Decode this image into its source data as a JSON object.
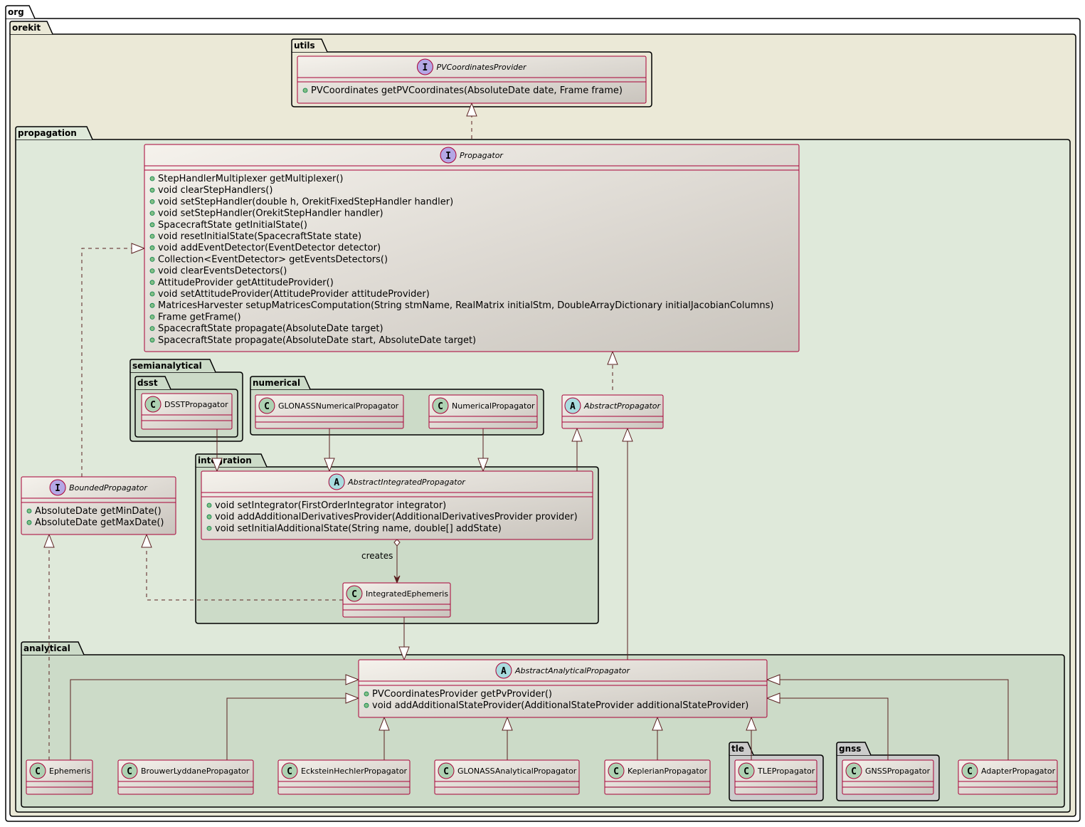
{
  "colors": {
    "pkg_org": "#ffffff",
    "pkg_orekit": "#ebe9d7",
    "pkg_propagation": "#dfe9da",
    "pkg_sub": "#ccdbc8",
    "pkg_small": "#cccccc",
    "class_border": "#a80036",
    "edge": "#5a2020",
    "icon_interface": "#b4a7e5",
    "icon_abstract": "#a9dcdf",
    "icon_class": "#add1b2",
    "visibility_public": "#84be84"
  },
  "packages": {
    "org": "org",
    "orekit": "orekit",
    "utils": "utils",
    "propagation": "propagation",
    "semianalytical": "semianalytical",
    "dsst": "dsst",
    "numerical": "numerical",
    "integration": "integration",
    "analytical": "analytical",
    "tle": "tle",
    "gnss": "gnss"
  },
  "classes": {
    "pvcoordinatesprovider": {
      "name": "PVCoordinatesProvider",
      "stereotype": "I",
      "members": [
        "PVCoordinates getPVCoordinates(AbsoluteDate date, Frame frame)"
      ]
    },
    "propagator": {
      "name": "Propagator",
      "stereotype": "I",
      "members": [
        "StepHandlerMultiplexer getMultiplexer()",
        "void clearStepHandlers()",
        "void setStepHandler(double h, OrekitFixedStepHandler handler)",
        "void setStepHandler(OrekitStepHandler handler)",
        "SpacecraftState getInitialState()",
        "void resetInitialState(SpacecraftState state)",
        "void addEventDetector(EventDetector detector)",
        "Collection<EventDetector> getEventsDetectors()",
        "void clearEventsDetectors()",
        "AttitudeProvider getAttitudeProvider()",
        "void setAttitudeProvider(AttitudeProvider attitudeProvider)",
        "MatricesHarvester setupMatricesComputation(String stmName, RealMatrix initialStm, DoubleArrayDictionary initialJacobianColumns)",
        "Frame getFrame()",
        "SpacecraftState propagate(AbsoluteDate target)",
        "SpacecraftState propagate(AbsoluteDate start, AbsoluteDate target)"
      ]
    },
    "dsstpropagator": {
      "name": "DSSTPropagator",
      "stereotype": "C",
      "members": []
    },
    "glonassnumericalpropagator": {
      "name": "GLONASSNumericalPropagator",
      "stereotype": "C",
      "members": []
    },
    "numericalpropagator": {
      "name": "NumericalPropagator",
      "stereotype": "C",
      "members": []
    },
    "abstractpropagator": {
      "name": "AbstractPropagator",
      "stereotype": "A",
      "members": []
    },
    "boundedpropagator": {
      "name": "BoundedPropagator",
      "stereotype": "I",
      "members": [
        "AbsoluteDate getMinDate()",
        "AbsoluteDate getMaxDate()"
      ]
    },
    "abstractintegratedpropagator": {
      "name": "AbstractIntegratedPropagator",
      "stereotype": "A",
      "members": [
        "void setIntegrator(FirstOrderIntegrator integrator)",
        "void addAdditionalDerivativesProvider(AdditionalDerivativesProvider provider)",
        "void setInitialAdditionalState(String name, double[] addState)"
      ]
    },
    "integratedephemeris": {
      "name": "IntegratedEphemeris",
      "stereotype": "C",
      "members": []
    },
    "abstractanalyticalpropagator": {
      "name": "AbstractAnalyticalPropagator",
      "stereotype": "A",
      "members": [
        "PVCoordinatesProvider getPvProvider()",
        "void addAdditionalStateProvider(AdditionalStateProvider additionalStateProvider)"
      ]
    },
    "ephemeris": {
      "name": "Ephemeris",
      "stereotype": "C",
      "members": []
    },
    "brouwerlyddanepropagator": {
      "name": "BrouwerLyddanePropagator",
      "stereotype": "C",
      "members": []
    },
    "ecksteinhechlerpropagator": {
      "name": "EcksteinHechlerPropagator",
      "stereotype": "C",
      "members": []
    },
    "glonassanalyticalpropagator": {
      "name": "GLONASSAnalyticalPropagator",
      "stereotype": "C",
      "members": []
    },
    "keplerianpropagator": {
      "name": "KeplerianPropagator",
      "stereotype": "C",
      "members": []
    },
    "tlepropagator": {
      "name": "TLEPropagator",
      "stereotype": "C",
      "members": []
    },
    "gnsspropagator": {
      "name": "GNSSPropagator",
      "stereotype": "C",
      "members": []
    },
    "adapterpropagator": {
      "name": "AdapterPropagator",
      "stereotype": "C",
      "members": []
    }
  },
  "edge_labels": {
    "creates": "creates"
  }
}
